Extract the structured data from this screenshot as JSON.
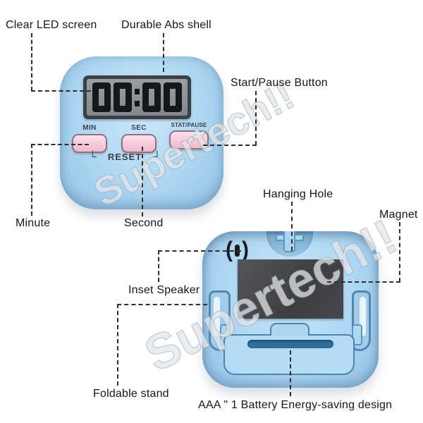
{
  "watermark": {
    "text": "Supertech!!"
  },
  "labels": {
    "clear_led_screen": "Clear LED screen",
    "durable_abs_shell": "Durable Abs shell",
    "start_pause_button": "Start/Pause Button",
    "minute": "Minute",
    "second": "Second",
    "hanging_hole": "Hanging Hole",
    "magnet": "Magnet",
    "inset_speaker": "Inset Speaker",
    "foldable_stand": "Foldable stand",
    "battery_note": "AAA \" 1 Battery Energy-saving design"
  },
  "front_timer": {
    "display_value": "00:00",
    "buttons": [
      {
        "label": "MIN"
      },
      {
        "label": "SEC"
      },
      {
        "label": "STAT/PAUSE"
      }
    ],
    "reset": {
      "left_bracket": "└",
      "label": "RESET",
      "right_bracket": "┘"
    }
  },
  "back_timer": {
    "speaker_icon": "(|)"
  },
  "colors": {
    "body_blue": "#aed7f2",
    "body_blue_light": "#cde8fa",
    "body_blue_edge": "#92c2e3",
    "button_pink": "#f3c5d4",
    "button_border": "#8c737e",
    "screen_bezel": "#3c4044",
    "screen_face": "#8e9296",
    "digit_black": "#15171a",
    "magnet_dark": "#46464a",
    "battery_slot_blue": "#2e6f9b",
    "part_outline_blue": "#4a86ae",
    "callout_line": "#2e2e2e",
    "label_text": "#161616"
  }
}
